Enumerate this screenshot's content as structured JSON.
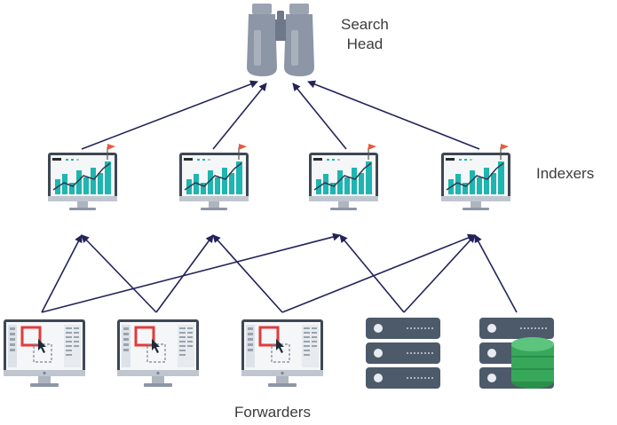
{
  "labels": {
    "search_head_line1": "Search",
    "search_head_line2": "Head",
    "indexers": "Indexers",
    "forwarders": "Forwarders"
  },
  "nodes": {
    "search_head": {
      "icon": "binoculars-icon"
    },
    "indexers": [
      {
        "icon": "monitor-chart-icon"
      },
      {
        "icon": "monitor-chart-icon"
      },
      {
        "icon": "monitor-chart-icon"
      },
      {
        "icon": "monitor-chart-icon"
      }
    ],
    "forwarders": [
      {
        "icon": "monitor-editor-icon"
      },
      {
        "icon": "monitor-editor-icon"
      },
      {
        "icon": "monitor-editor-icon"
      },
      {
        "icon": "server-rack-icon"
      },
      {
        "icon": "server-database-icon"
      }
    ]
  },
  "edges": [
    {
      "from": "indexer-1",
      "to": "search_head"
    },
    {
      "from": "indexer-2",
      "to": "search_head"
    },
    {
      "from": "indexer-3",
      "to": "search_head"
    },
    {
      "from": "indexer-4",
      "to": "search_head"
    },
    {
      "from": "forwarder-1",
      "to": "indexer-1"
    },
    {
      "from": "forwarder-1",
      "to": "indexer-3"
    },
    {
      "from": "forwarder-2",
      "to": "indexer-1"
    },
    {
      "from": "forwarder-2",
      "to": "indexer-2"
    },
    {
      "from": "forwarder-3",
      "to": "indexer-2"
    },
    {
      "from": "forwarder-3",
      "to": "indexer-4"
    },
    {
      "from": "forwarder-4",
      "to": "indexer-3"
    },
    {
      "from": "forwarder-4",
      "to": "indexer-4"
    },
    {
      "from": "forwarder-5",
      "to": "indexer-4"
    }
  ],
  "colors": {
    "arrow": "#23235a",
    "teal": "#1fb5b0",
    "monitor_frame": "#bfc6cf",
    "screen": "#f4f6f8",
    "flag": "#e85a3a",
    "editor_red": "#e23b3b",
    "server": "#4d5a6a",
    "database": "#37a85a",
    "binoculars": "#8d96a6"
  }
}
